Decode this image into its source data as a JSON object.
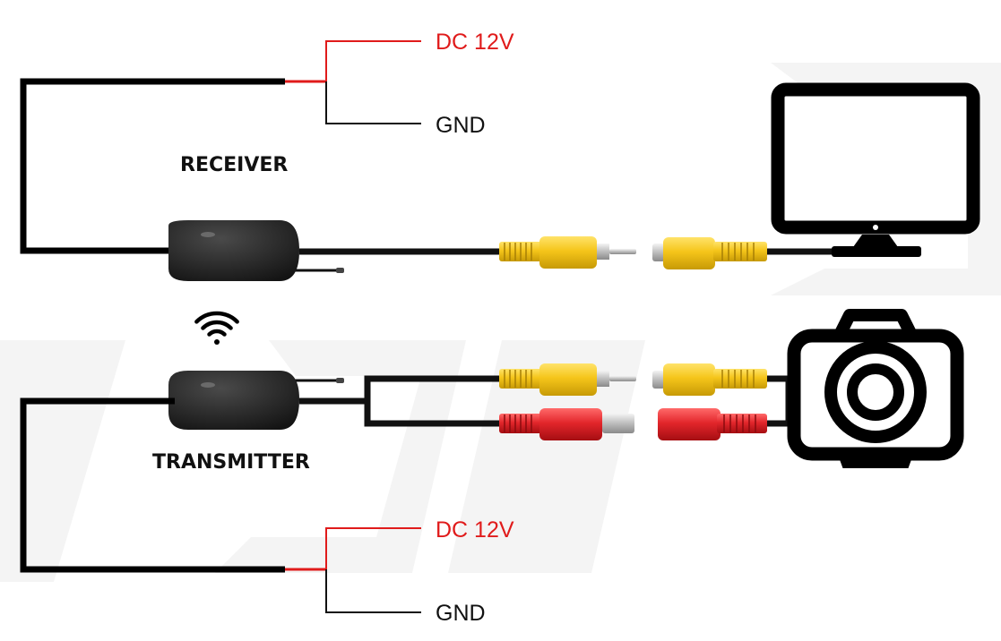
{
  "labels": {
    "receiver": "RECEIVER",
    "transmitter": "TRANSMITTER",
    "receiver_power_positive": "DC 12V",
    "receiver_power_ground": "GND",
    "transmitter_power_positive": "DC 12V",
    "transmitter_power_ground": "GND"
  },
  "icons": {
    "display": "monitor-icon",
    "camera": "camera-icon",
    "signal": "wifi-signal-icon"
  },
  "colors": {
    "positive_wire": "#e01b1b",
    "ground_wire": "#111111",
    "video_connector": "#f2c418",
    "power_connector": "#e0262a",
    "module_body": "#1c1c1c"
  }
}
